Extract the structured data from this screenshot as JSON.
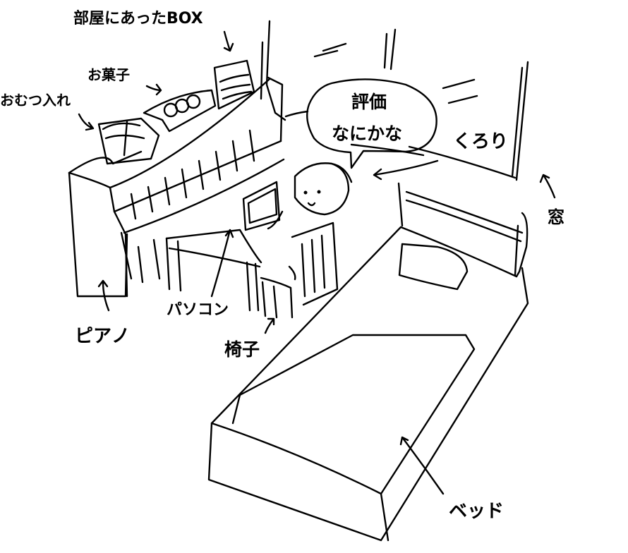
{
  "illustration": {
    "description": "Hand-drawn room sketch",
    "labels": {
      "room_box": "部屋にあったBOX",
      "snacks": "お菓子",
      "diaper_box": "おむつ入れ",
      "speech_line1": "評価",
      "speech_line2": "なにかな",
      "character": "くろり",
      "window": "窓",
      "piano": "ピアノ",
      "computer": "パソコン",
      "chair": "椅子",
      "bed": "ベッド"
    },
    "colors": {
      "ink": "#000000",
      "paper": "#ffffff"
    }
  }
}
